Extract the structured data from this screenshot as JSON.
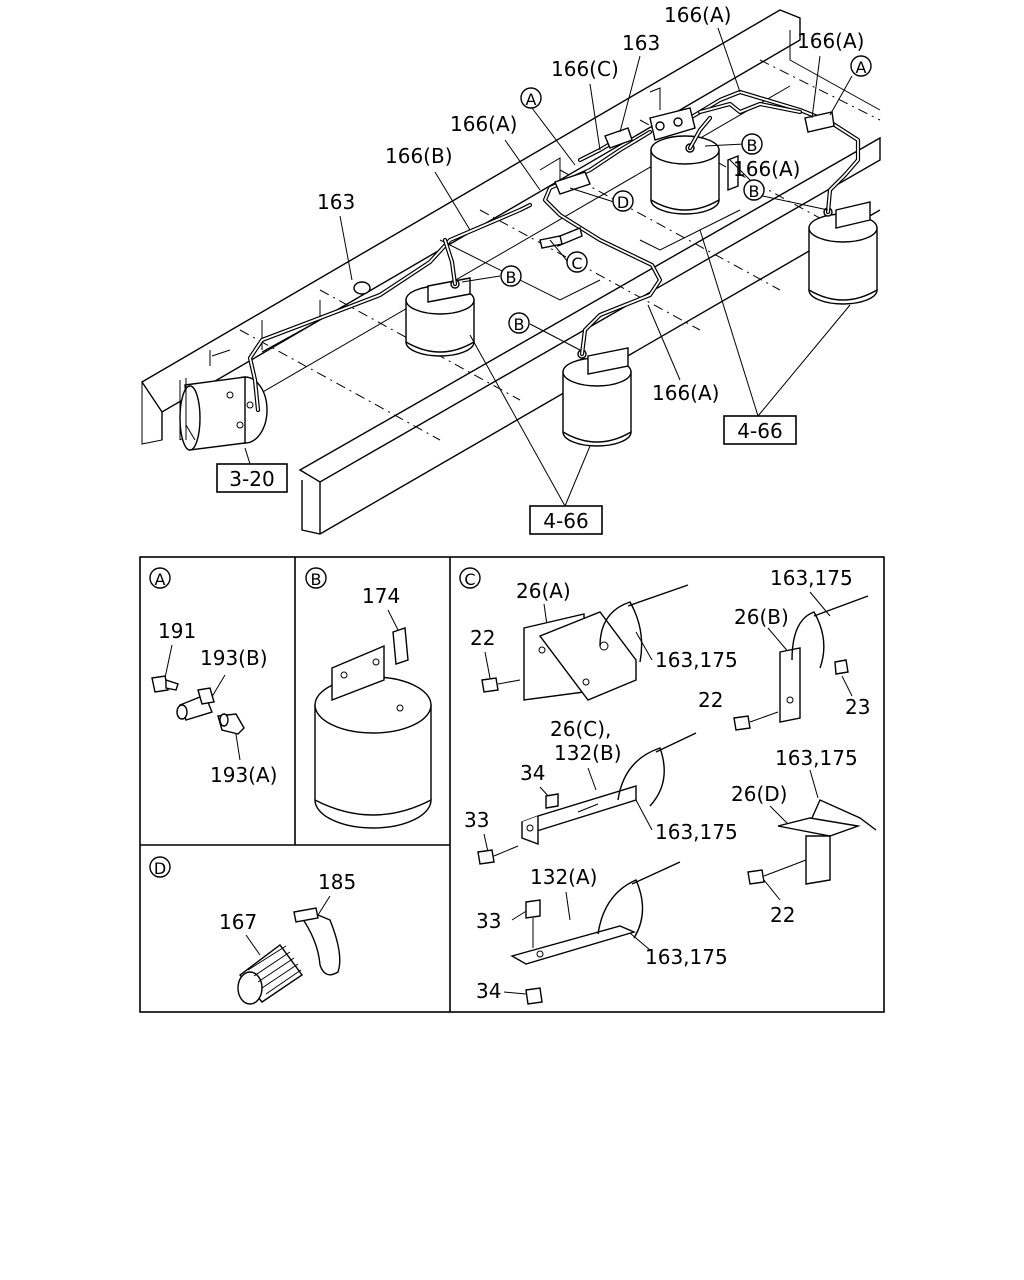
{
  "callouts": {
    "a": "166(A)",
    "b": "166(A)",
    "c": "163",
    "d": "166(C)",
    "e": "166(A)",
    "f": "166(B)",
    "g": "163",
    "h": "166(A)",
    "i": "166(A)"
  },
  "refs": {
    "r1": "3-20",
    "r2": "4-66",
    "r3": "4-66"
  },
  "markers": {
    "A": "A",
    "B": "B",
    "C": "C",
    "D": "D"
  },
  "detail_A": {
    "tag": "A",
    "p1": "191",
    "p2": "193(B)",
    "p3": "193(A)"
  },
  "detail_B": {
    "tag": "B",
    "p1": "174"
  },
  "detail_C": {
    "tag": "C",
    "p1": "26(A)",
    "p2": "22",
    "p3": "163,175",
    "p4": "163,175",
    "p5": "26(B)",
    "p6": "22",
    "p7": "23",
    "p8": "26(C),",
    "p9": "132(B)",
    "p10": "34",
    "p11": "33",
    "p12": "163,175",
    "p13": "163,175",
    "p14": "26(D)",
    "p15": "22",
    "p16": "132(A)",
    "p17": "33",
    "p18": "163,175",
    "p19": "34"
  },
  "detail_D": {
    "tag": "D",
    "p1": "185",
    "p2": "167"
  }
}
